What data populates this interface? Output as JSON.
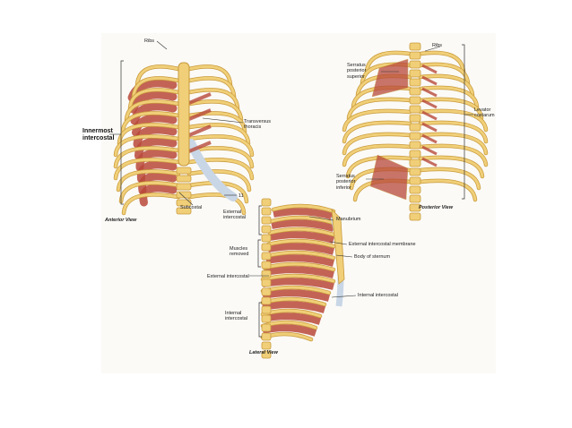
{
  "figure": {
    "labels": {
      "ribs_anterior": "Ribs",
      "transversus_thoracis": "Transversus\nthoracis",
      "innermost_intercostal": "Innermost\nintercostal",
      "subcostal": "Subcostal",
      "anterior_view": "Anterior View",
      "rib_number_11": "11",
      "serratus_posterior_superior": "Serratus\nposterior\nsuperior",
      "ribs_posterior": "Ribs",
      "levator_costarum": "Levator\ncostarum",
      "serratus_posterior_inferior": "Serratus\nposterior\ninferior",
      "posterior_view": "Posterior View",
      "external_intercostal_top": "External\nintercostal",
      "manubrium": "Manubrium",
      "external_intercostal_membrane": "External intercostal membrane",
      "body_of_sternum": "Body of sternum",
      "muscles_removed": "Muscles\nremoved",
      "external_intercostal": "External intercostal",
      "internal_intercostal_right": "Internal intercostal",
      "internal_intercostal_left": "Internal\nintercostal",
      "lateral_view": "Lateral View"
    },
    "colors": {
      "bone": "#f0cf78",
      "bone_shadow": "#c99a3c",
      "muscle": "#b8483a",
      "muscle_light": "#d98a74",
      "cartilage": "#c9d6e6",
      "line": "#333333"
    }
  }
}
